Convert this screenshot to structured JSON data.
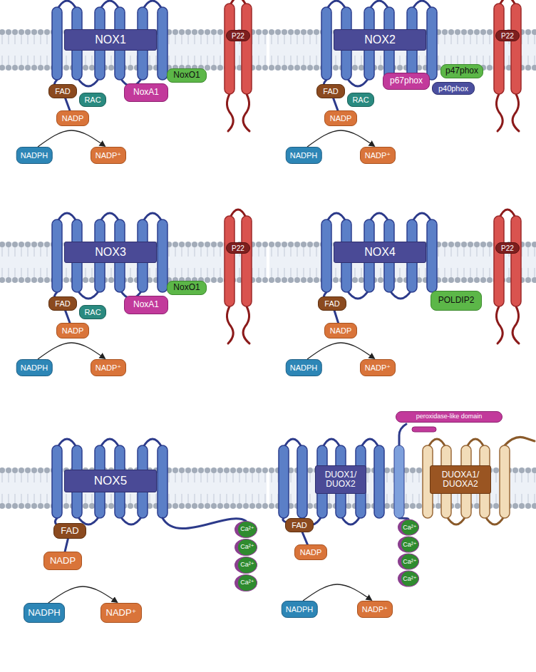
{
  "diagram": {
    "nodes": [
      {
        "text": [
          "NOX1"
        ]
      },
      {
        "text": [
          "P22"
        ]
      },
      {
        "text": [
          "NoxA1"
        ]
      },
      {
        "text": [
          "NoxO1"
        ]
      },
      {
        "text": [
          "RAC"
        ]
      },
      {
        "text": [
          "FAD"
        ]
      },
      {
        "text": [
          "NADP"
        ]
      },
      {
        "text": [
          "NADPH"
        ]
      },
      {
        "text": [
          "NADP⁺"
        ]
      },
      {
        "text": [
          "NOX2"
        ]
      },
      {
        "text": [
          "P22"
        ]
      },
      {
        "text": [
          "p67phox"
        ]
      },
      {
        "text": [
          "p47phox"
        ]
      },
      {
        "text": [
          "p40phox"
        ]
      },
      {
        "text": [
          "RAC"
        ]
      },
      {
        "text": [
          "FAD"
        ]
      },
      {
        "text": [
          "NADP"
        ]
      },
      {
        "text": [
          "NADPH"
        ]
      },
      {
        "text": [
          "NADP⁺"
        ]
      },
      {
        "text": [
          "NOX3"
        ]
      },
      {
        "text": [
          "P22"
        ]
      },
      {
        "text": [
          "NoxA1"
        ]
      },
      {
        "text": [
          "NoxO1"
        ]
      },
      {
        "text": [
          "RAC"
        ]
      },
      {
        "text": [
          "FAD"
        ]
      },
      {
        "text": [
          "NADP"
        ]
      },
      {
        "text": [
          "NADPH"
        ]
      },
      {
        "text": [
          "NADP⁺"
        ]
      },
      {
        "text": [
          "NOX4"
        ]
      },
      {
        "text": [
          "P22"
        ]
      },
      {
        "text": [
          "POLDIP2"
        ]
      },
      {
        "text": [
          "FAD"
        ]
      },
      {
        "text": [
          "NADP"
        ]
      },
      {
        "text": [
          "NADPH"
        ]
      },
      {
        "text": [
          "NADP⁺"
        ]
      },
      {
        "text": [
          "NOX5"
        ]
      },
      {
        "text": [
          "FAD"
        ]
      },
      {
        "text": [
          "NADP"
        ]
      },
      {
        "text": [
          "Ca²⁺"
        ]
      },
      {
        "text": [
          "Ca²⁺"
        ]
      },
      {
        "text": [
          "Ca²⁺"
        ]
      },
      {
        "text": [
          "Ca²⁺"
        ]
      },
      {
        "text": [
          "NADPH"
        ]
      },
      {
        "text": [
          "NADP⁺"
        ]
      },
      {
        "text": [
          "peroxidase-like domain"
        ]
      },
      {
        "text": [
          "DUOX1/ DUOX2"
        ]
      },
      {
        "text": [
          "DUOXA1/ DUOXA2"
        ]
      },
      {
        "text": [
          "FAD"
        ]
      },
      {
        "text": [
          "NADP"
        ]
      },
      {
        "text": [
          "Ca²⁺"
        ]
      },
      {
        "text": [
          "Ca²⁺"
        ]
      },
      {
        "text": [
          "Ca²⁺"
        ]
      },
      {
        "text": [
          "Ca²⁺"
        ]
      },
      {
        "text": [
          "NADPH"
        ]
      },
      {
        "text": [
          "NADP⁺"
        ]
      }
    ],
    "edges": [
      {
        "from": 7,
        "to": 8,
        "arrow": "to"
      },
      {
        "from": 17,
        "to": 18,
        "arrow": "to"
      },
      {
        "from": 26,
        "to": 27,
        "arrow": "to"
      },
      {
        "from": 33,
        "to": 34,
        "arrow": "to"
      },
      {
        "from": 42,
        "to": 43,
        "arrow": "to"
      },
      {
        "from": 53,
        "to": 54,
        "arrow": "to"
      }
    ]
  }
}
